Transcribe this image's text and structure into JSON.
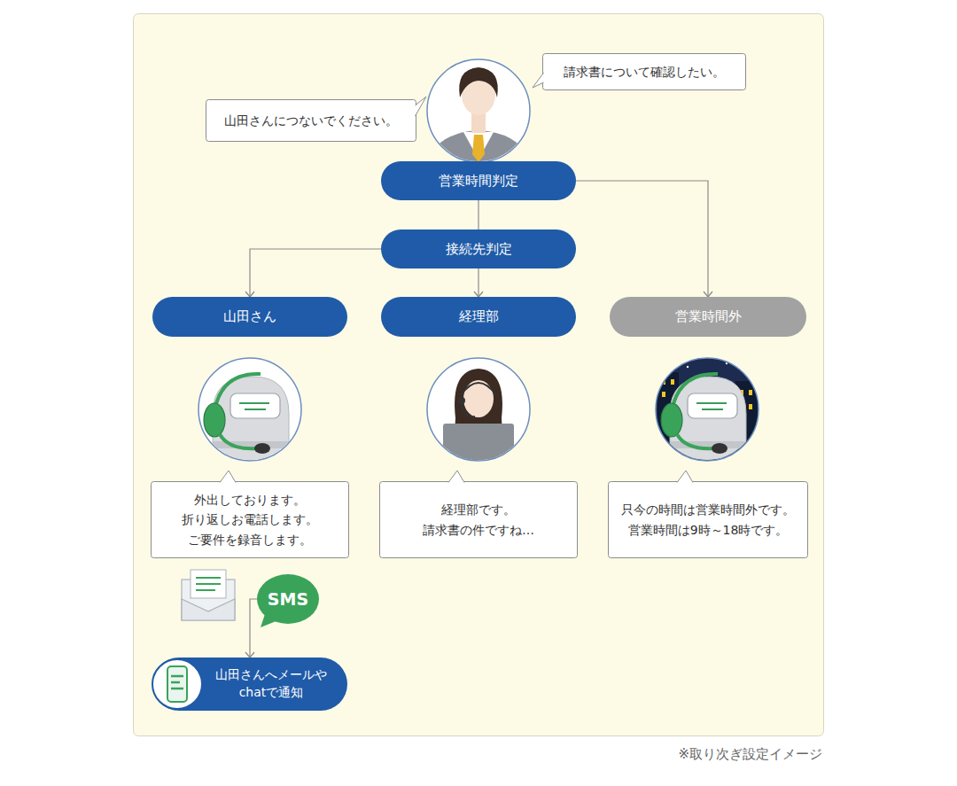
{
  "diagram": {
    "caption": "※取り次ぎ設定イメージ",
    "nodes": [
      {
        "text": [
          "請求書について確認したい。"
        ]
      },
      {
        "text": [
          "山田さんにつないでください。"
        ]
      },
      {
        "text": [
          "営業時間判定"
        ]
      },
      {
        "text": [
          "接続先判定"
        ]
      },
      {
        "text": [
          "山田さん"
        ]
      },
      {
        "text": [
          "経理部"
        ]
      },
      {
        "text": [
          "営業時間外"
        ]
      },
      {
        "text": [
          "外出しております。 折り返しお電話します。 ご要件を録音します。"
        ]
      },
      {
        "text": [
          "経理部です。 請求書の件ですね…"
        ]
      },
      {
        "text": [
          "只今の時間は営業時間外です。 営業時間は9時～18時です。"
        ]
      },
      {
        "text": [
          "SMS"
        ]
      },
      {
        "text": [
          "山田さんへメールや chatで通知"
        ]
      }
    ],
    "edges": [
      {
        "from": 2,
        "to": 3,
        "arrow": "none"
      },
      {
        "from": 2,
        "to": 6,
        "arrow": "to"
      },
      {
        "from": 3,
        "to": 4,
        "arrow": "to"
      },
      {
        "from": 3,
        "to": 5,
        "arrow": "to"
      },
      {
        "from": 10,
        "to": 11,
        "arrow": "to"
      }
    ]
  }
}
